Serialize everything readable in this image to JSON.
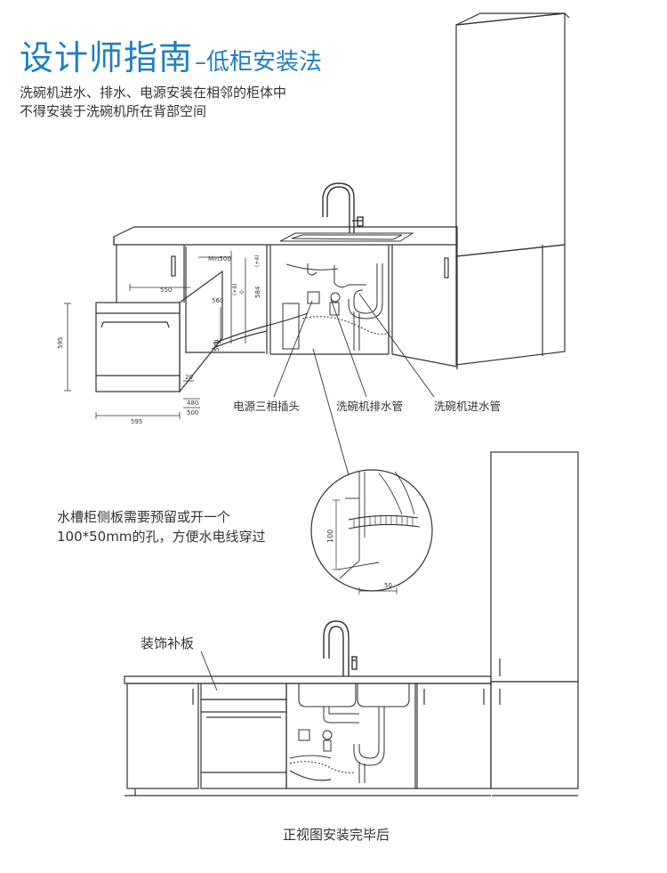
{
  "title": {
    "main": "设计师指南",
    "dash": "–",
    "sub": "低柜安装法"
  },
  "intro": {
    "line1": "洗碗机进水、排水、电源安装在相邻的柜体中",
    "line2": "不得安装于洗碗机所在背部空间"
  },
  "callouts": {
    "power": "电源三相插头",
    "drain": "洗碗机排水管",
    "inlet": "洗碗机进水管"
  },
  "dimensions": {
    "height": "595",
    "width": "595",
    "depth_550": "550",
    "min_500": "Min500",
    "d480": "480",
    "d500": "500",
    "d20": "20",
    "d560": "560",
    "d570": "570",
    "d584": "584",
    "tol_plus8": "(+8)",
    "tol_zero": "0",
    "tol_plus4": "(+4)",
    "hole_h": "100",
    "hole_w": "50"
  },
  "note": {
    "line1": "水槽柜侧板需要预留或开一个",
    "line2": "100*50mm的孔，方便水电线穿过"
  },
  "deco_panel_label": "装饰补板",
  "caption": "正视图安装完毕后"
}
